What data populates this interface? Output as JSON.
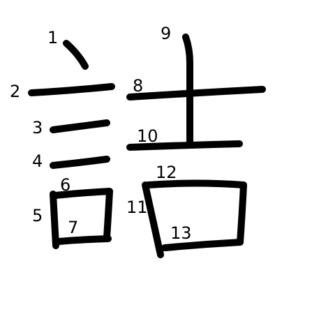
{
  "character": "詰",
  "stroke_count": 13,
  "stroke_numbers": [
    "1",
    "2",
    "3",
    "4",
    "5",
    "6",
    "7",
    "8",
    "9",
    "10",
    "11",
    "12",
    "13"
  ],
  "ink_color": "#000000",
  "background_color": "#ffffff"
}
